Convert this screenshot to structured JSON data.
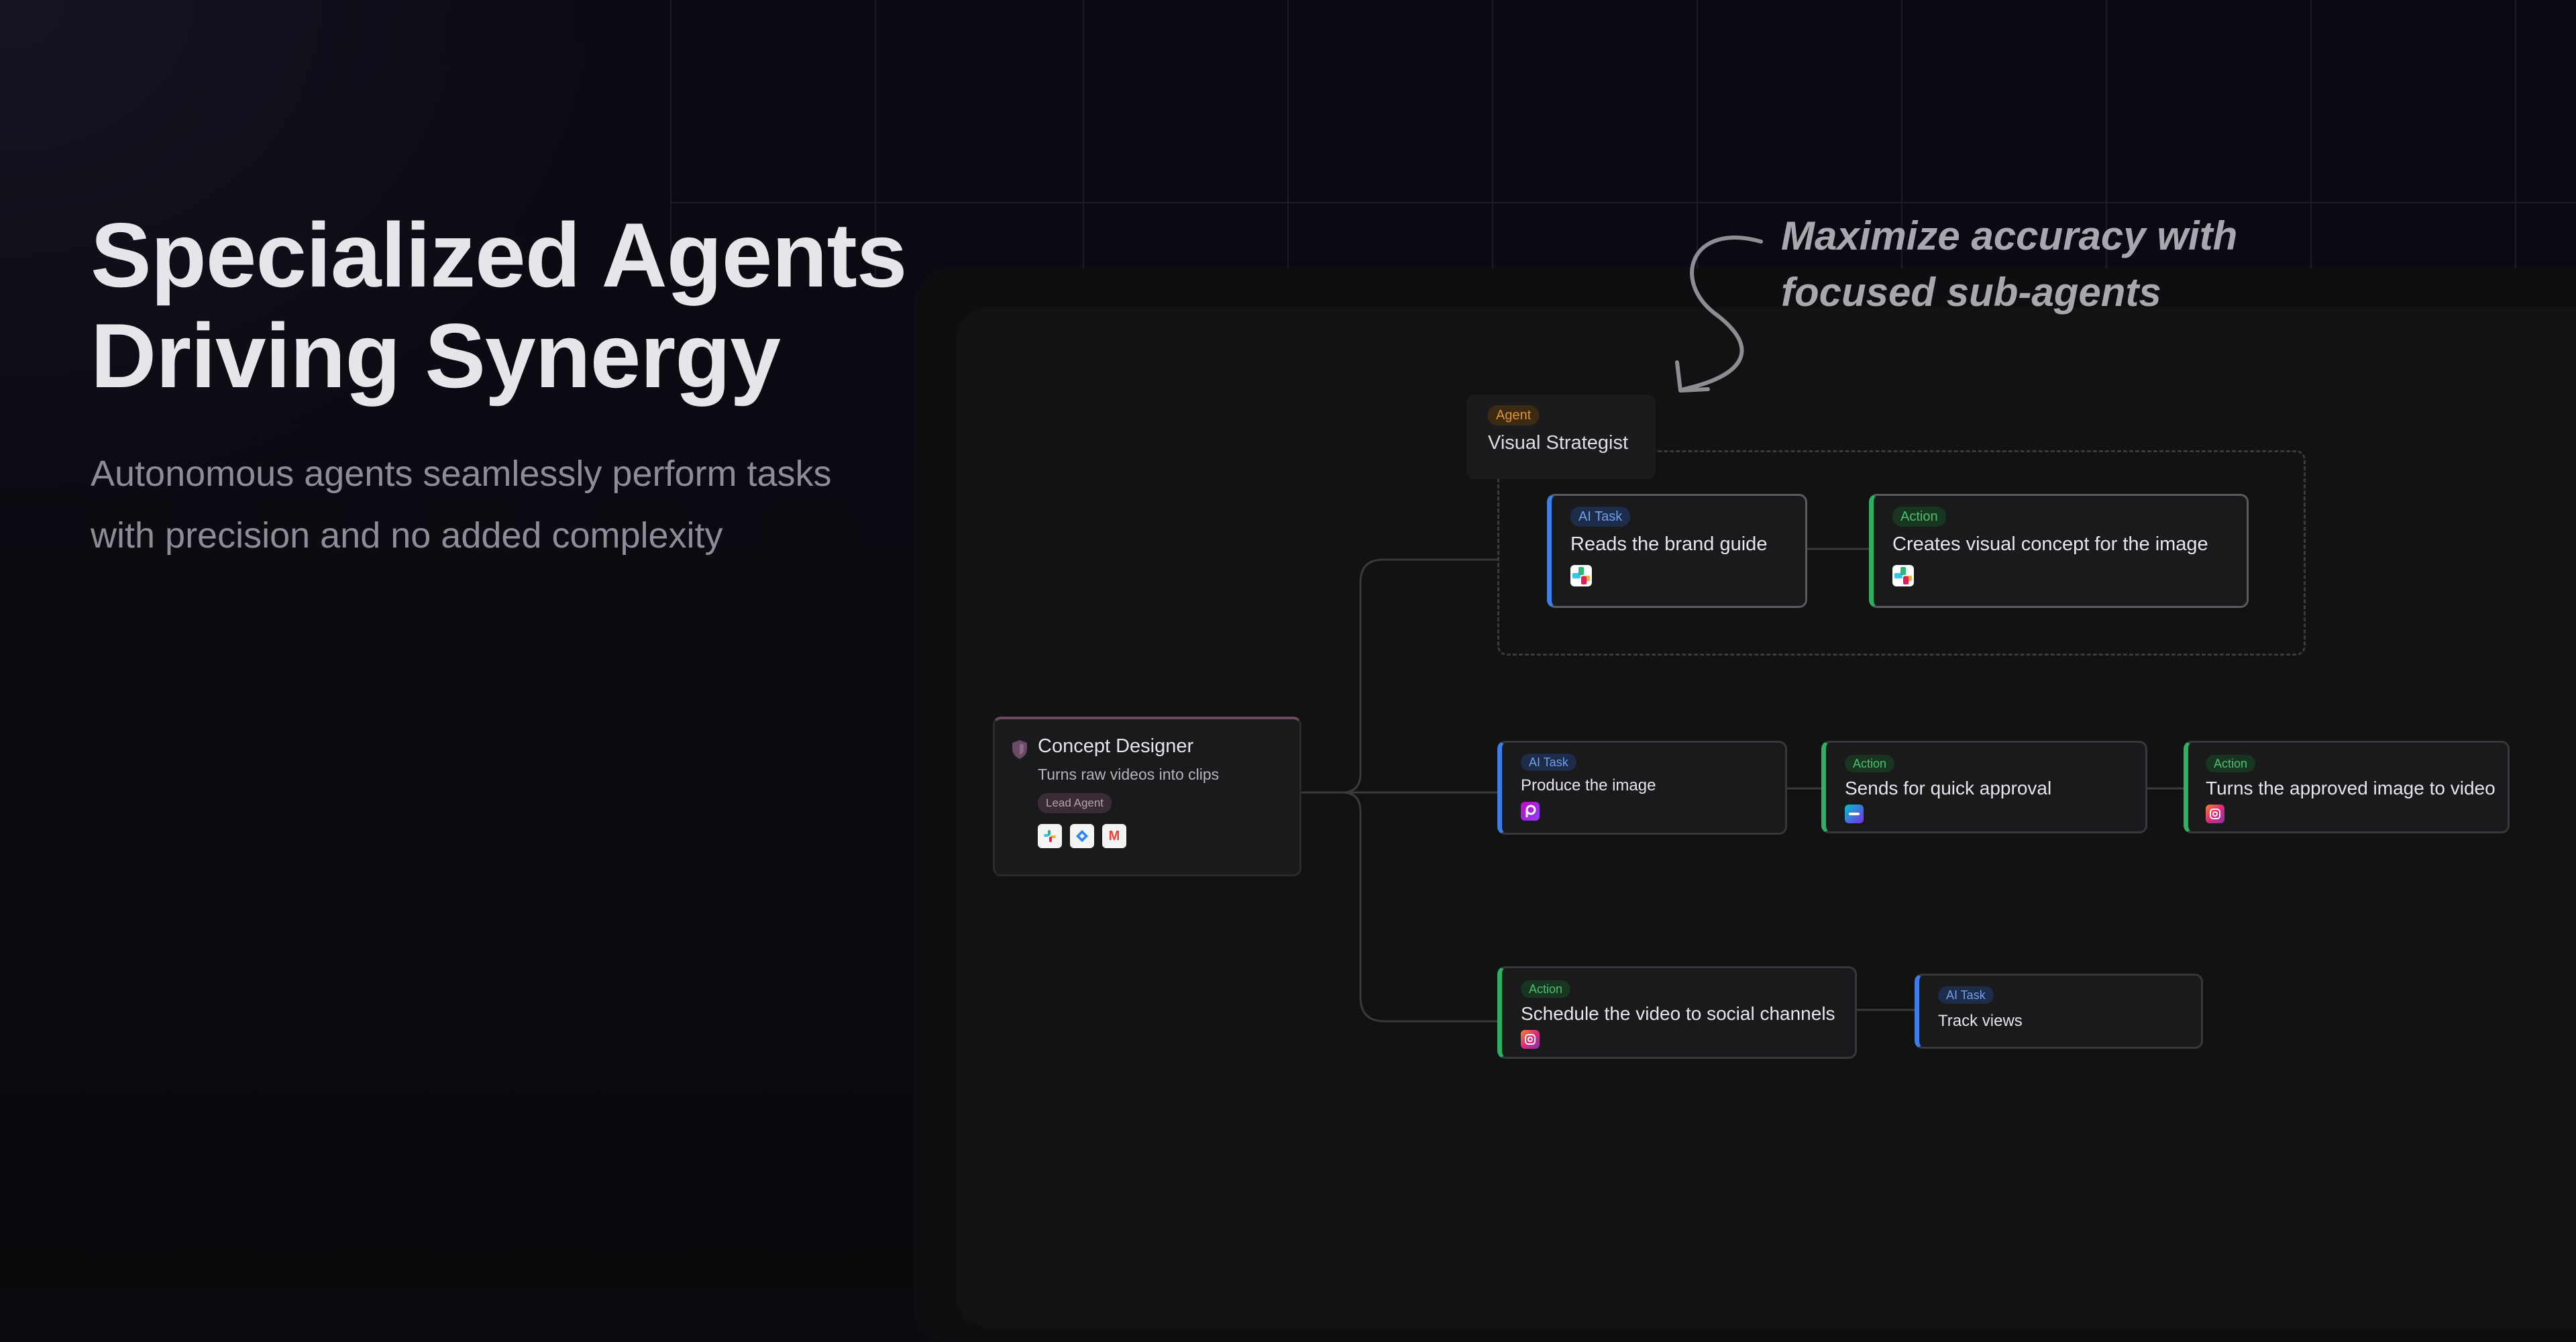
{
  "hero": {
    "title": "Specialized Agents Driving Synergy",
    "title_lines": [
      "Specialized Agents",
      "Driving Synergy"
    ],
    "subtitle_lines": [
      "Autonomous agents seamlessly perform tasks",
      "with precision and no added complexity"
    ]
  },
  "annotation": {
    "lines": [
      "Maximize accuracy with",
      "focused sub-agents"
    ]
  },
  "lead_agent": {
    "title": "Concept Designer",
    "description": "Turns raw videos into clips",
    "badge": "Lead Agent",
    "tools": [
      "slack-icon",
      "jira-icon",
      "gmail-icon"
    ],
    "gmail_glyph": "M"
  },
  "sub_agent": {
    "badge": "Agent",
    "title": "Visual Strategist"
  },
  "nodes": [
    {
      "badge": "AI Task",
      "title": "Reads the brand guide",
      "icon": "slack-icon"
    },
    {
      "badge": "Action",
      "title": "Creates visual concept for the image",
      "icon": "slack-icon"
    },
    {
      "badge": "AI Task",
      "title": "Produce the image",
      "icon": "picsart-icon"
    },
    {
      "badge": "Action",
      "title": "Sends for quick approval",
      "icon": "canva-icon"
    },
    {
      "badge": "Action",
      "title": "Turns the approved image to video",
      "icon": "instagram-icon"
    },
    {
      "badge": "Action",
      "title": "Schedule the video to social channels",
      "icon": "instagram-icon"
    },
    {
      "badge": "AI Task",
      "title": "Track views"
    }
  ],
  "colors": {
    "ai_task": "#3d7fe6",
    "action": "#2eb062",
    "agent": "#dd9437",
    "background": "#0b0b12"
  }
}
